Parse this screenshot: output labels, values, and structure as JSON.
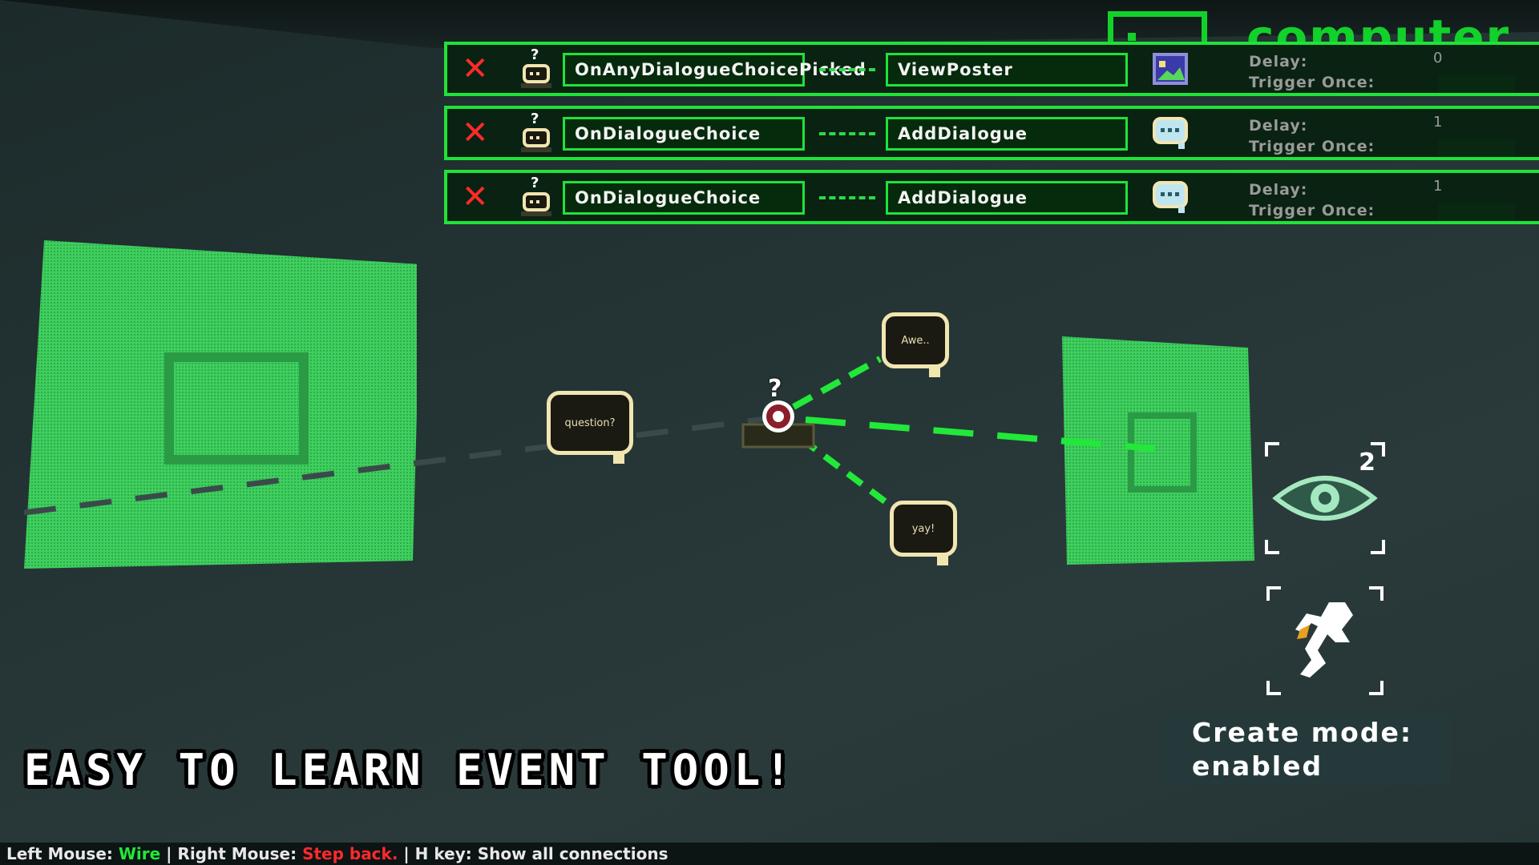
{
  "background": {
    "word_fragment": "computer"
  },
  "event_rows": [
    {
      "event": "OnAnyDialogueChoicePicked",
      "action": "ViewPoster",
      "action_icon": "poster-icon",
      "delay_label": "Delay:",
      "delay_value": "0",
      "trigger_label": "Trigger Once:"
    },
    {
      "event": "OnDialogueChoice",
      "action": "AddDialogue",
      "action_icon": "dialogue-bubble-icon",
      "delay_label": "Delay:",
      "delay_value": "1",
      "trigger_label": "Trigger Once:"
    },
    {
      "event": "OnDialogueChoice",
      "action": "AddDialogue",
      "action_icon": "dialogue-bubble-icon",
      "delay_label": "Delay:",
      "delay_value": "1",
      "trigger_label": "Trigger Once:"
    }
  ],
  "scene": {
    "bubble_question": "question?",
    "bubble_top": "Awe..",
    "bubble_bottom": "yay!",
    "npc_marker": "?"
  },
  "tools": {
    "eye_count": "2",
    "create_mode_text": "Create mode: enabled"
  },
  "headline": "EASY TO LEARN EVENT TOOL!",
  "hint_bar": {
    "left_label": "Left Mouse: ",
    "left_value": "Wire",
    "sep1": " | Right Mouse: ",
    "right_value": "Step back.",
    "sep2": "  | H key: Show all connections"
  },
  "colors": {
    "accent": "#1fe23a",
    "delete": "#ff2b2b",
    "bubble_border": "#f1e5b0"
  }
}
